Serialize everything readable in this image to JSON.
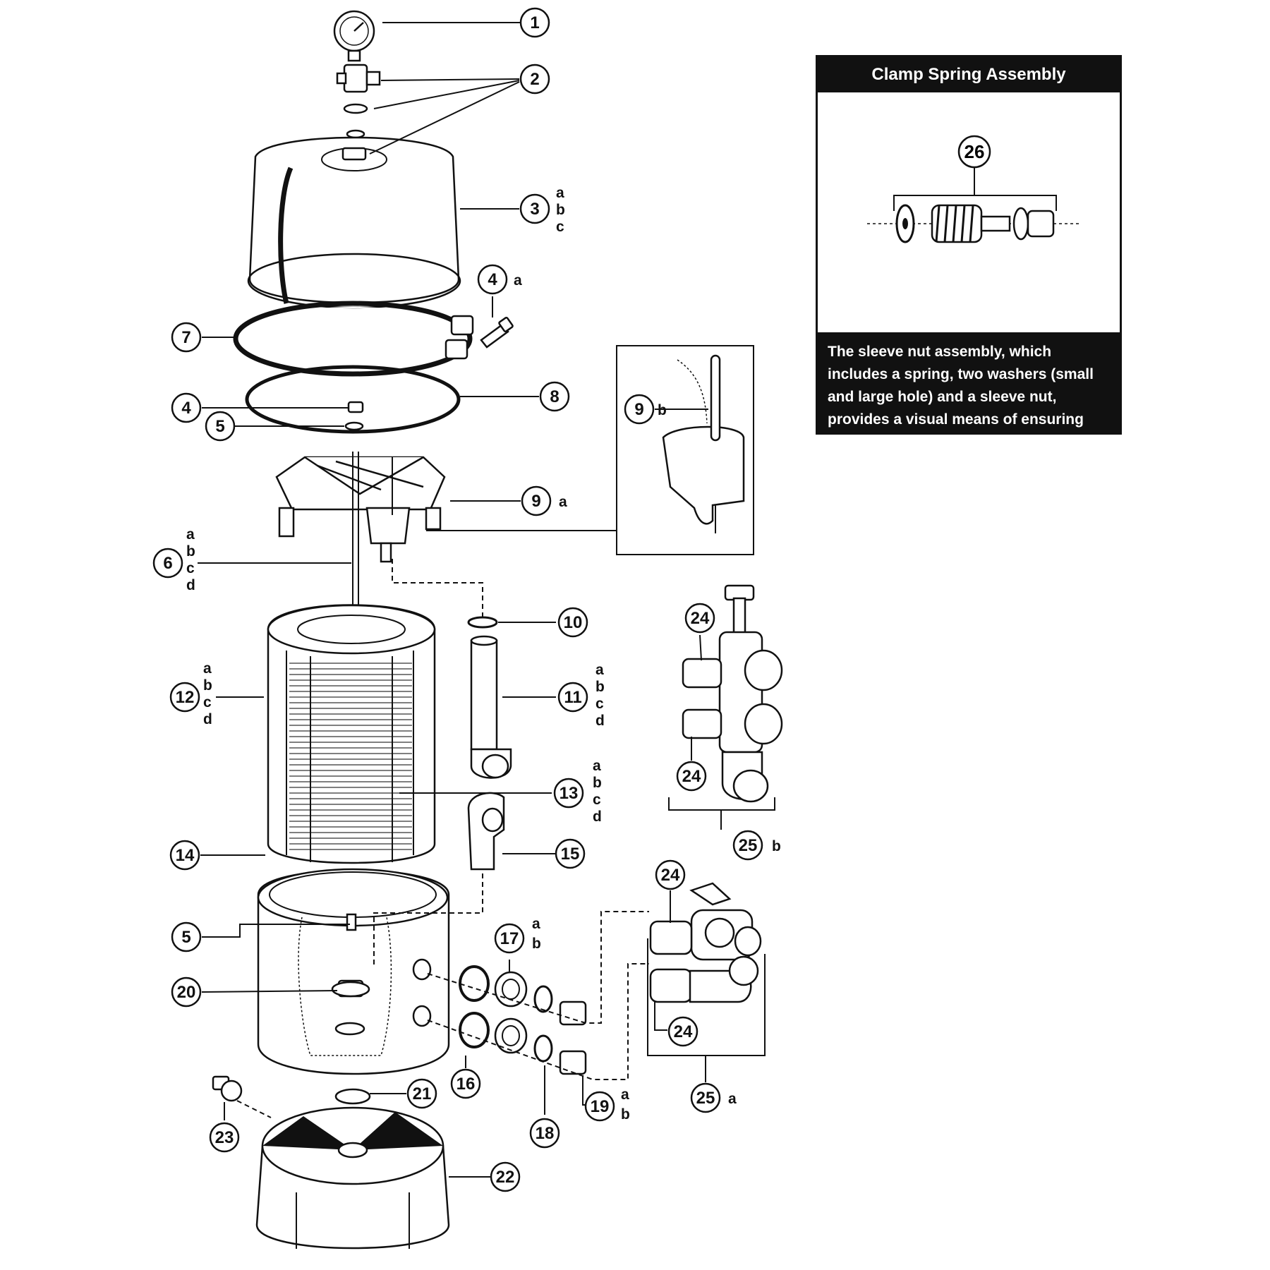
{
  "callouts": [
    {
      "n": "1",
      "letters": []
    },
    {
      "n": "2",
      "letters": []
    },
    {
      "n": "3",
      "letters": [
        "a",
        "b",
        "c"
      ]
    },
    {
      "n": "4",
      "letters": [
        "a"
      ]
    },
    {
      "n": "7",
      "letters": []
    },
    {
      "n": "8",
      "letters": []
    },
    {
      "n": "4",
      "letters": []
    },
    {
      "n": "5",
      "letters": []
    },
    {
      "n": "9",
      "letters": [
        "b"
      ]
    },
    {
      "n": "9",
      "letters": [
        "a"
      ]
    },
    {
      "n": "6",
      "letters": [
        "a",
        "b",
        "c",
        "d"
      ]
    },
    {
      "n": "10",
      "letters": []
    },
    {
      "n": "11",
      "letters": [
        "a",
        "b",
        "c",
        "d"
      ]
    },
    {
      "n": "12",
      "letters": [
        "a",
        "b",
        "c",
        "d"
      ]
    },
    {
      "n": "13",
      "letters": [
        "a",
        "b",
        "c",
        "d"
      ]
    },
    {
      "n": "14",
      "letters": []
    },
    {
      "n": "15",
      "letters": []
    },
    {
      "n": "5",
      "letters": []
    },
    {
      "n": "17",
      "letters": [
        "a",
        "b"
      ]
    },
    {
      "n": "20",
      "letters": []
    },
    {
      "n": "16",
      "letters": []
    },
    {
      "n": "18",
      "letters": []
    },
    {
      "n": "19",
      "letters": [
        "a",
        "b"
      ]
    },
    {
      "n": "21",
      "letters": []
    },
    {
      "n": "22",
      "letters": []
    },
    {
      "n": "23",
      "letters": []
    },
    {
      "n": "24",
      "letters": []
    },
    {
      "n": "24",
      "letters": []
    },
    {
      "n": "25",
      "letters": [
        "b"
      ]
    },
    {
      "n": "24",
      "letters": []
    },
    {
      "n": "24",
      "letters": []
    },
    {
      "n": "25",
      "letters": [
        "a"
      ]
    },
    {
      "n": "26",
      "letters": []
    }
  ],
  "inset": {
    "title": "Clamp Spring Assembly",
    "caption": "The sleeve nut assembly, which includes a spring, two washers (small and large hole) and a sleeve nut, provides a visual means of ensuring that the clamp is tight."
  }
}
